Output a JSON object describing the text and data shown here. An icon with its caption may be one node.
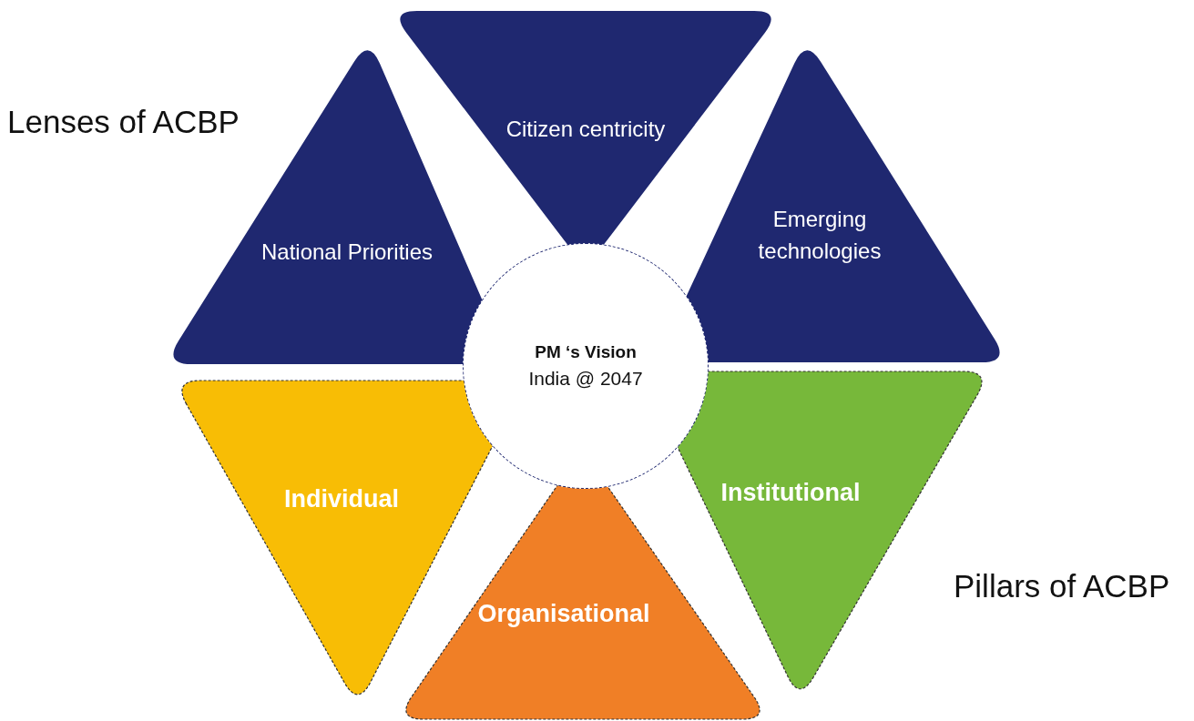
{
  "diagram": {
    "nodes": [
      {
        "text": [
          "National Priorities"
        ]
      },
      {
        "text": [
          "Citizen centricity"
        ]
      },
      {
        "text": [
          "Emerging technologies"
        ]
      },
      {
        "text": [
          "PM ‘s Vision",
          "India @ 2047"
        ]
      },
      {
        "text": [
          "Individual"
        ]
      },
      {
        "text": [
          "Institutional"
        ]
      },
      {
        "text": [
          "Organisational"
        ]
      }
    ],
    "labels": [
      "Lenses of ACBP",
      "Pillars of ACBP"
    ]
  }
}
